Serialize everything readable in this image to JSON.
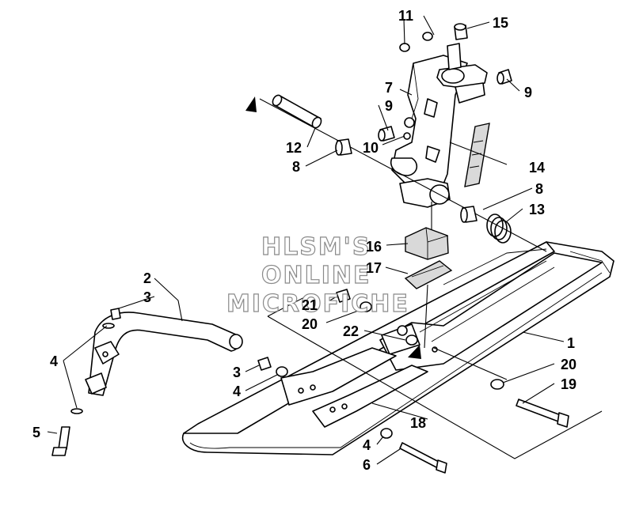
{
  "watermark": {
    "line1": "HLSM'S",
    "line2": "ONLINE",
    "line3": "MICROFICHE"
  },
  "callouts": {
    "c1": "1",
    "c2": "2",
    "c3a": "3",
    "c3b": "3",
    "c4a": "4",
    "c4b": "4",
    "c4c": "4",
    "c5": "5",
    "c6": "6",
    "c7": "7",
    "c8a": "8",
    "c8b": "8",
    "c9a": "9",
    "c9b": "9",
    "c10": "10",
    "c11": "11",
    "c12": "12",
    "c13": "13",
    "c14": "14",
    "c15": "15",
    "c16": "16",
    "c17": "17",
    "c18": "18",
    "c19": "19",
    "c20a": "20",
    "c20b": "20",
    "c21": "21",
    "c22": "22"
  }
}
